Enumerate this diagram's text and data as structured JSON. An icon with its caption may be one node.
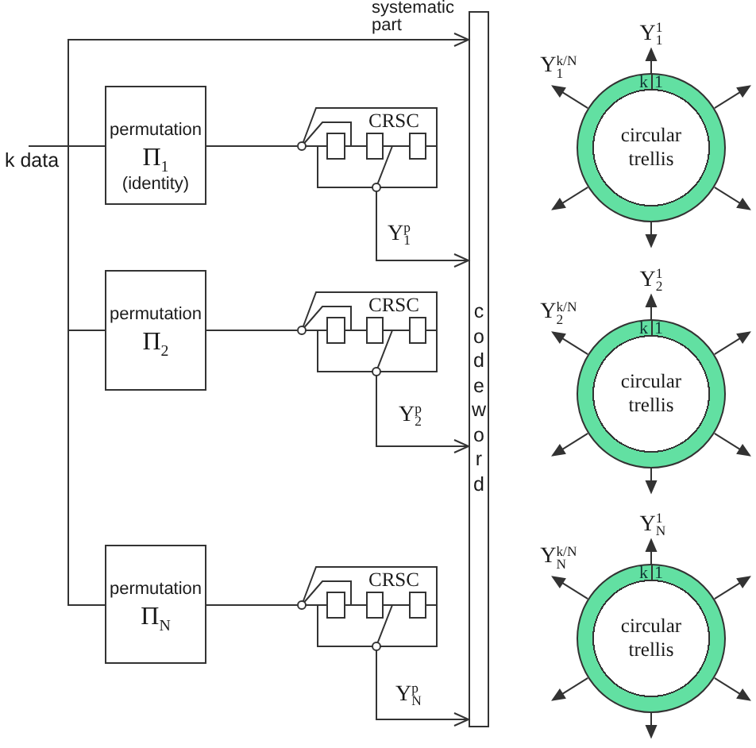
{
  "diagram": {
    "nodes": [
      {
        "text": [
          "k data"
        ]
      },
      {
        "text": [
          "permutation",
          "Π$_{1}$",
          "(identity)"
        ]
      },
      {
        "text": [
          "CRSC"
        ]
      },
      {
        "text": [
          "permutation",
          "Π$_{2}$"
        ]
      },
      {
        "text": [
          "CRSC"
        ]
      },
      {
        "text": [
          "permutation",
          "Π$_{N}$"
        ]
      },
      {
        "text": [
          "CRSC"
        ]
      },
      {
        "text": [
          "codeword"
        ]
      },
      {
        "text": [
          "k",
          "1",
          "circular trellis"
        ]
      },
      {
        "text": [
          "k",
          "1",
          "circular trellis"
        ]
      },
      {
        "text": [
          "k",
          "1",
          "circular trellis"
        ]
      }
    ],
    "edges": [
      {
        "from": 0,
        "to": 1,
        "arrow": "none"
      },
      {
        "from": 0,
        "to": 7,
        "arrow": "to",
        "label": "systematic part"
      },
      {
        "from": 0,
        "to": 3,
        "arrow": "none"
      },
      {
        "from": 0,
        "to": 5,
        "arrow": "none"
      },
      {
        "from": 1,
        "to": 2,
        "arrow": "none"
      },
      {
        "from": 2,
        "to": 7,
        "arrow": "to",
        "label": "Y$_{1}$$^{p}$"
      },
      {
        "from": 3,
        "to": 4,
        "arrow": "none"
      },
      {
        "from": 4,
        "to": 7,
        "arrow": "to",
        "label": "Y$_{2}$$^{p}$"
      },
      {
        "from": 5,
        "to": 6,
        "arrow": "none"
      },
      {
        "from": 6,
        "to": 7,
        "arrow": "to",
        "label": "Y$_{N}$$^{p}$"
      },
      {
        "from": 8,
        "to": null,
        "arrow": "to",
        "label": "Y$_{1}$$^{1}$"
      },
      {
        "from": 8,
        "to": null,
        "arrow": "to",
        "label": "Y$_{1}$$^{k/N}$"
      },
      {
        "from": 8,
        "to": null,
        "arrow": "to"
      },
      {
        "from": 8,
        "to": null,
        "arrow": "to"
      },
      {
        "from": 8,
        "to": null,
        "arrow": "to"
      },
      {
        "from": 8,
        "to": null,
        "arrow": "to"
      },
      {
        "from": 9,
        "to": null,
        "arrow": "to",
        "label": "Y$_{2}$$^{1}$"
      },
      {
        "from": 9,
        "to": null,
        "arrow": "to",
        "label": "Y$_{2}$$^{k/N}$"
      },
      {
        "from": 9,
        "to": null,
        "arrow": "to"
      },
      {
        "from": 9,
        "to": null,
        "arrow": "to"
      },
      {
        "from": 9,
        "to": null,
        "arrow": "to"
      },
      {
        "from": 9,
        "to": null,
        "arrow": "to"
      },
      {
        "from": 10,
        "to": null,
        "arrow": "to",
        "label": "Y$_{N}$$^{1}$"
      },
      {
        "from": 10,
        "to": null,
        "arrow": "to",
        "label": "Y$_{N}$$^{k/N}$"
      },
      {
        "from": 10,
        "to": null,
        "arrow": "to"
      },
      {
        "from": 10,
        "to": null,
        "arrow": "to"
      },
      {
        "from": 10,
        "to": null,
        "arrow": "to"
      },
      {
        "from": 10,
        "to": null,
        "arrow": "to"
      }
    ]
  }
}
